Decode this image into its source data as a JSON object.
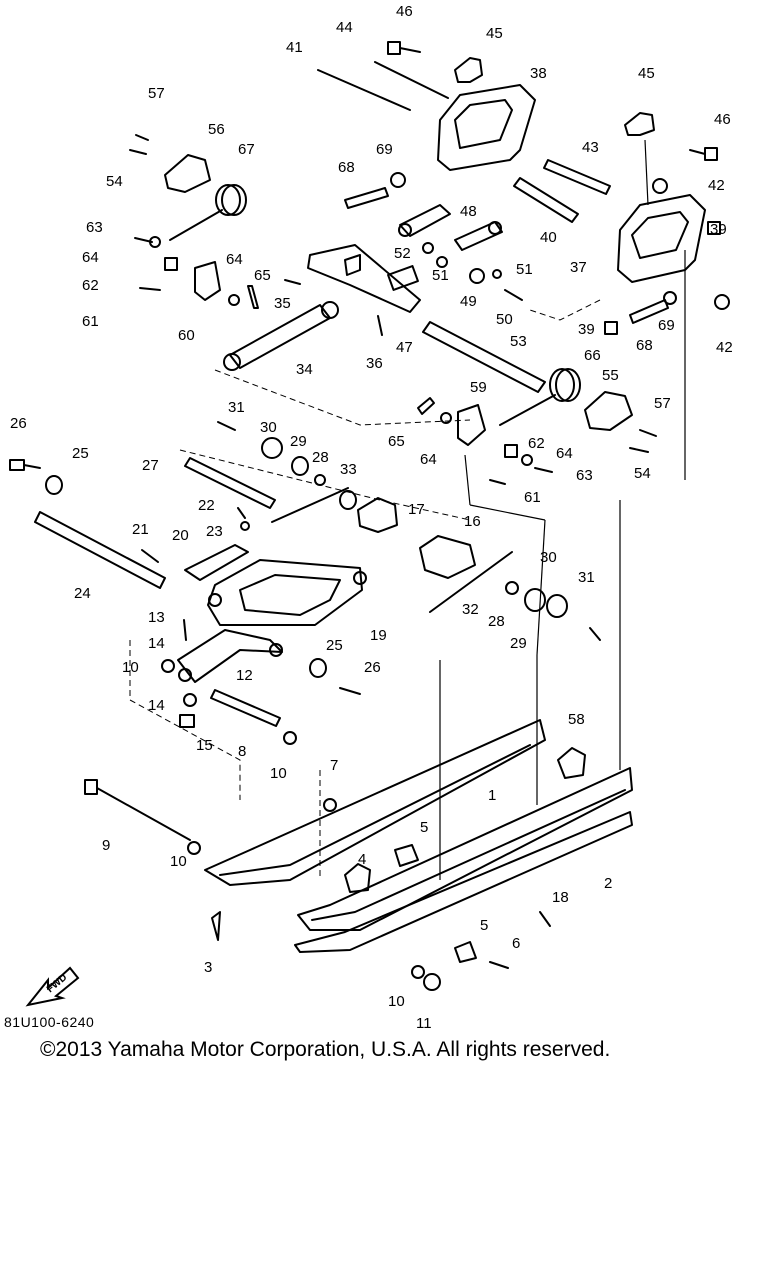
{
  "diagram": {
    "part_numbers": [
      "1",
      "2",
      "3",
      "4",
      "5",
      "6",
      "7",
      "8",
      "9",
      "10",
      "11",
      "12",
      "13",
      "14",
      "15",
      "16",
      "17",
      "18",
      "19",
      "20",
      "21",
      "22",
      "23",
      "24",
      "25",
      "26",
      "27",
      "28",
      "29",
      "30",
      "31",
      "32",
      "33",
      "34",
      "35",
      "36",
      "37",
      "38",
      "39",
      "40",
      "41",
      "42",
      "43",
      "44",
      "45",
      "46",
      "47",
      "48",
      "49",
      "50",
      "51",
      "52",
      "53",
      "54",
      "55",
      "56",
      "57",
      "58",
      "59",
      "60",
      "61",
      "62",
      "63",
      "64",
      "65",
      "66",
      "67",
      "68",
      "69"
    ],
    "fwd_label": "FWD",
    "code": "81U100-6240"
  },
  "footer": {
    "copyright": "©2013 Yamaha Motor Corporation, U.S.A. All rights reserved."
  }
}
